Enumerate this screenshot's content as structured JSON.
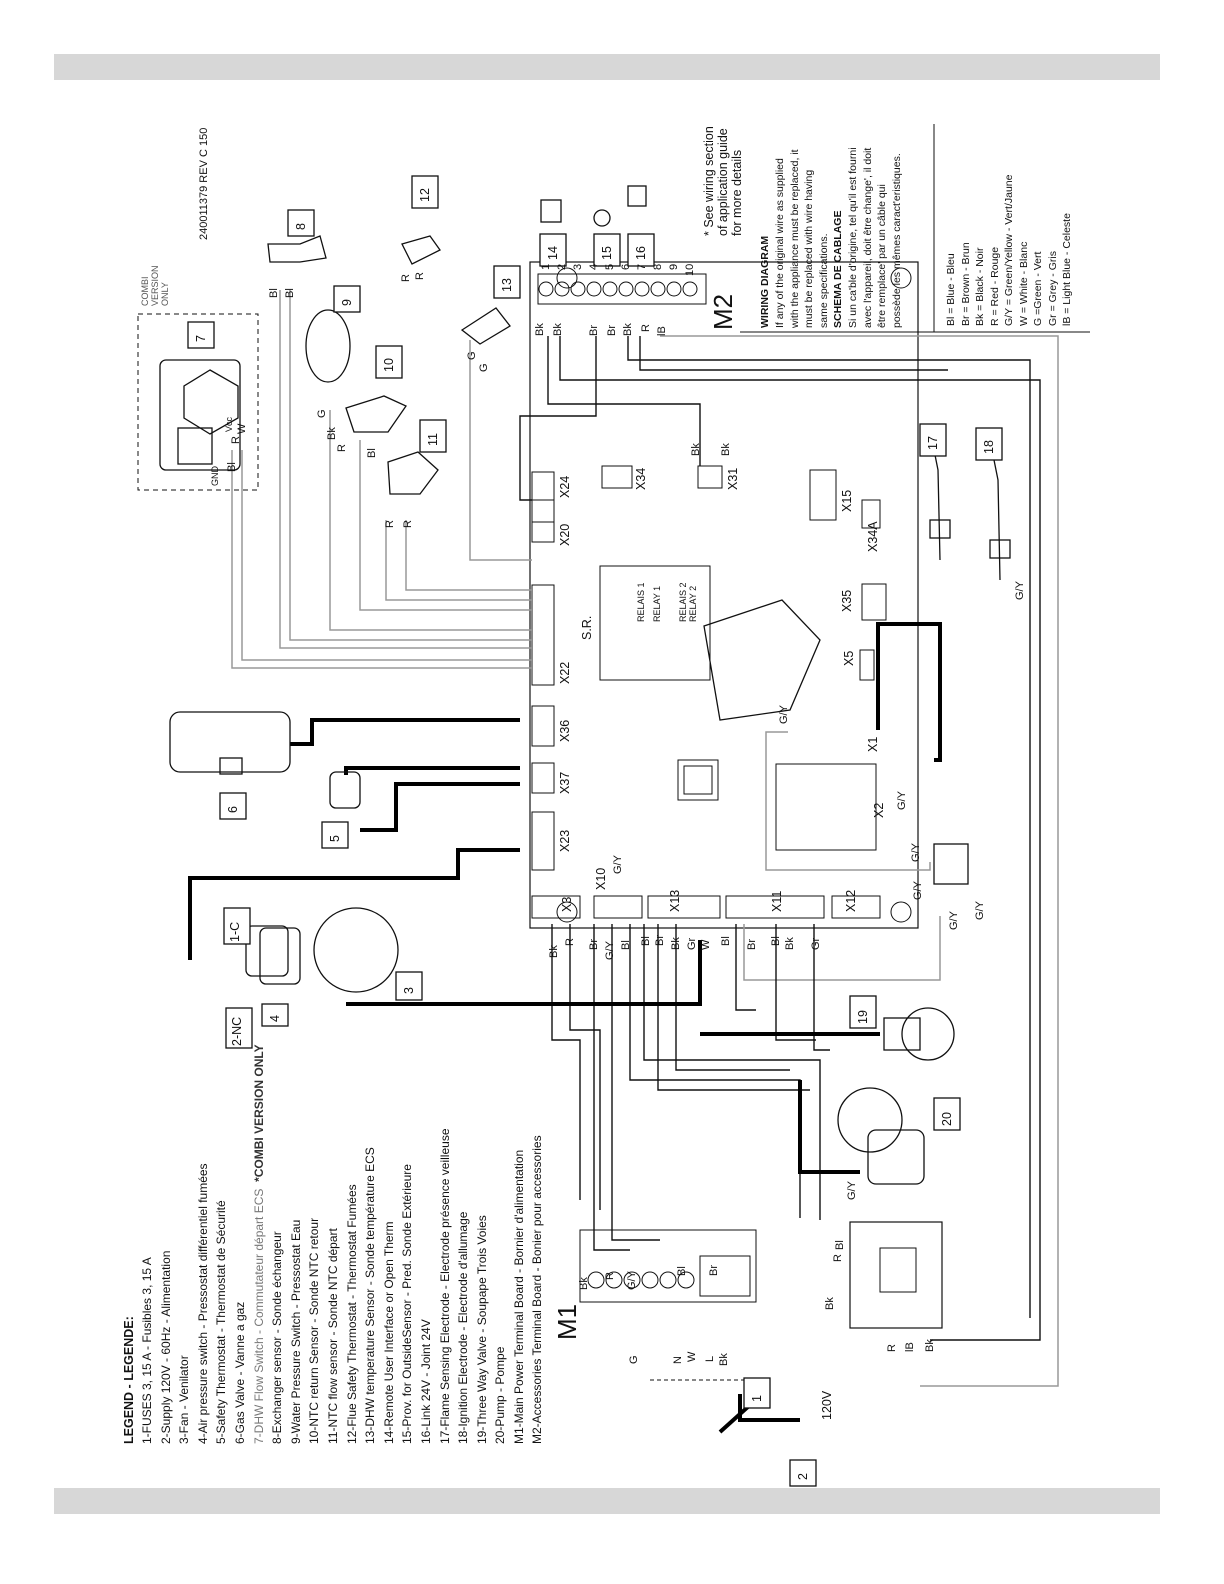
{
  "legend": {
    "title": "LEGEND - LEGENDE:",
    "items": [
      "1-FUSES 3, 15 A - Fusibles 3, 15 A",
      "2-Supply 120V - 60Hz - Alimentation",
      "3-Fan - Venilator",
      "4-Air pressure switch - Pressostat différentiel fumées",
      "5-Safety Thermostat - Thermostat de Sécurité",
      "6-Gas Valve - Vanne a gaz",
      "7-DHW Flow Switch - Commutateur départ ECS",
      "8-Exchanger sensor - Sonde échangeur",
      "9-Water Pressure Switch - Pressostat Eau",
      "10-NTC return Sensor - Sonde NTC retour",
      "11-NTC flow sensor - Sonde NTC départ",
      "12-Flue Safety Thermostat - Thermostat Fumées",
      "13-DHW temperature Sensor - Sonde température ECS",
      "14-Remote User Interface or Open Therm",
      "15-Prov. for OutsideSensor - Pred. Sonde Extérieure",
      "16-Link 24V - Joint 24V",
      "17-Flame Sensing Electrode - Electrode présence veilleuse",
      "18-Ignition Electrode - Electrode d'allumage",
      "19-Three Way Valve - Soupape Trois Voies",
      "20-Pump - Pompe",
      "M1-Main Power Terminal Board - Bornier d'alimentation",
      "M2-Accessories Terminal Board - Bonier pour accessories"
    ],
    "combi_note": "*COMBI VERSION ONLY"
  },
  "doc_id": "240011379 REV C 150",
  "combi_label": [
    "COMBI",
    "VERSION",
    "ONLY"
  ],
  "see_note": [
    "* See wiring section",
    "of application guide",
    "for more details"
  ],
  "wiring_diagram": {
    "title": "WIRING DIAGRAM",
    "lines": [
      "If any of the original wire as supplied",
      "with the appliance must be replaced, it",
      "must be replaced with wire having",
      "same specifications."
    ],
    "fr_title": "SCHEMA DE CABLAGE",
    "fr_lines": [
      "Si un ca'ble d'origine, tel qu'il est fourni",
      "avec l'appareil, doit être change', il doit",
      "être remplace' par un câble qui",
      "possède les mêmes caract'eristiques."
    ]
  },
  "color_codes": [
    "Bl  = Blue - Bleu",
    "Br  = Brown - Brun",
    "Bk  = Black - Noir",
    "R    = Red - Rouge",
    "G/Y = Green/Yellow - Vert/Jaune",
    "W    = White - Blanc",
    "G     =Green - Vert",
    "Gr   = Grey - Gris",
    "lB   = Light Blue - Celeste"
  ],
  "components": {
    "n1": "1",
    "n2": "2",
    "n3": "3",
    "n4": "4",
    "n5": "5",
    "n6": "6",
    "n7": "7",
    "n8": "8",
    "n9": "9",
    "n10": "10",
    "n11": "11",
    "n12": "12",
    "n13": "13",
    "n14": "14",
    "n15": "15",
    "n16": "16",
    "n17": "17",
    "n18": "18",
    "n19": "19",
    "n20": "20",
    "c1c": "1-C",
    "c2nc": "2-NC",
    "m1": "M1",
    "m2": "M2"
  },
  "connectors": {
    "x3": "X3",
    "x10": "X10",
    "x13": "X13",
    "x11": "X11",
    "x12": "X12",
    "x23": "X23",
    "x37": "X37",
    "x36": "X36",
    "x22": "X22",
    "x20": "X20",
    "x24": "X24",
    "x34": "X34",
    "x31": "X31",
    "x15": "X15",
    "x34a": "X34A",
    "x35": "X35",
    "x5": "X5",
    "x1": "X1",
    "x2": "X2",
    "sr": "S.R."
  },
  "relays": [
    "RELAY 1",
    "RELAY 2",
    "RELAIS 1",
    "RELAIS 2"
  ],
  "m2_terminals": [
    "1",
    "2",
    "3",
    "4",
    "5",
    "6",
    "7",
    "8",
    "9",
    "10"
  ],
  "supply": {
    "voltage": "120V"
  },
  "wire_labels": {
    "bk": "Bk",
    "r": "R",
    "br": "Br",
    "bl": "Bl",
    "gy": "G/Y",
    "g": "G",
    "w": "W",
    "gr": "Gr",
    "ib": "lB",
    "n": "N",
    "l": "L",
    "gnd": "GND",
    "vcc": "Vcc"
  },
  "colors": {
    "band": "#d7d7d7",
    "line": "#111111",
    "wire_grey": "#999999"
  }
}
